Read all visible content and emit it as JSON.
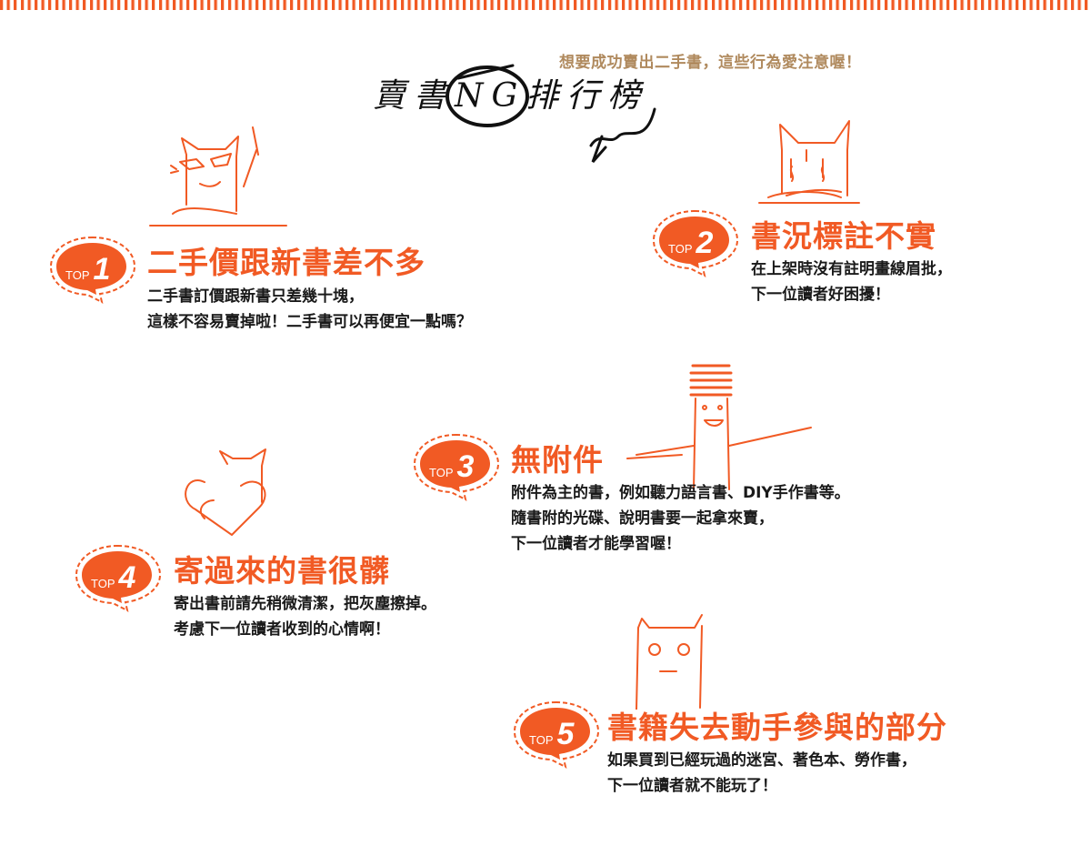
{
  "header": {
    "subtitle": "想要成功賣出二手書，這些行為愛注意喔！",
    "title_handwritten": "賣書NG排行榜"
  },
  "colors": {
    "accent": "#f15a24",
    "subtitle": "#b08a5e",
    "text": "#1a1a1a"
  },
  "badge_prefix": "TOP",
  "items": [
    {
      "rank": "1",
      "title": "二手價跟新書差不多",
      "lines": [
        "二手書訂價跟新書只差幾十塊，",
        "這樣不容易賣掉啦！二手書可以再便宜一點嗎？"
      ]
    },
    {
      "rank": "2",
      "title": "書況標註不實",
      "lines": [
        "在上架時沒有註明畫線眉批，",
        "下一位讀者好困擾！"
      ]
    },
    {
      "rank": "3",
      "title": "無附件",
      "lines": [
        "附件為主的書，例如聽力語言書、DIY手作書等。",
        "隨書附的光碟、說明書要一起拿來賣，",
        "下一位讀者才能學習喔！"
      ]
    },
    {
      "rank": "4",
      "title": "寄過來的書很髒",
      "lines": [
        "寄出書前請先稍微清潔，把灰塵擦掉。",
        "考慮下一位讀者收到的心情啊！"
      ]
    },
    {
      "rank": "5",
      "title": "書籍失去動手參與的部分",
      "lines": [
        "如果買到已經玩過的迷宮、著色本、勞作書，",
        "下一位讀者就不能玩了！"
      ]
    }
  ]
}
